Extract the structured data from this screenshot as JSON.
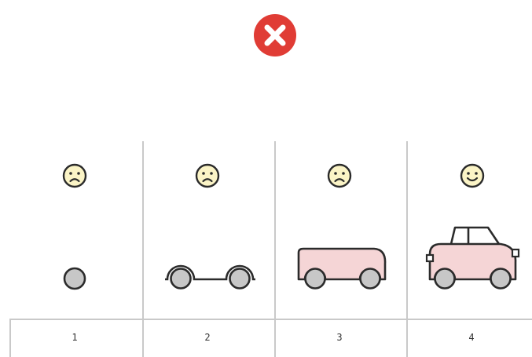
{
  "header": {
    "status_icon": "x-mark-icon",
    "status_color": "#e03c35"
  },
  "stages": [
    {
      "label": "1",
      "face_icon": "sad-face-icon",
      "art": "single-wheel"
    },
    {
      "label": "2",
      "face_icon": "sad-face-icon",
      "art": "wheels-with-axle"
    },
    {
      "label": "3",
      "face_icon": "sad-face-icon",
      "art": "car-chassis-body"
    },
    {
      "label": "4",
      "face_icon": "happy-face-icon",
      "art": "complete-car"
    }
  ],
  "colors": {
    "face_fill": "#fbf4c6",
    "wheel_fill": "#c7c7c7",
    "body_fill": "#f5d5d6",
    "stroke": "#2b2b2b",
    "divider": "#c9c9c9"
  }
}
